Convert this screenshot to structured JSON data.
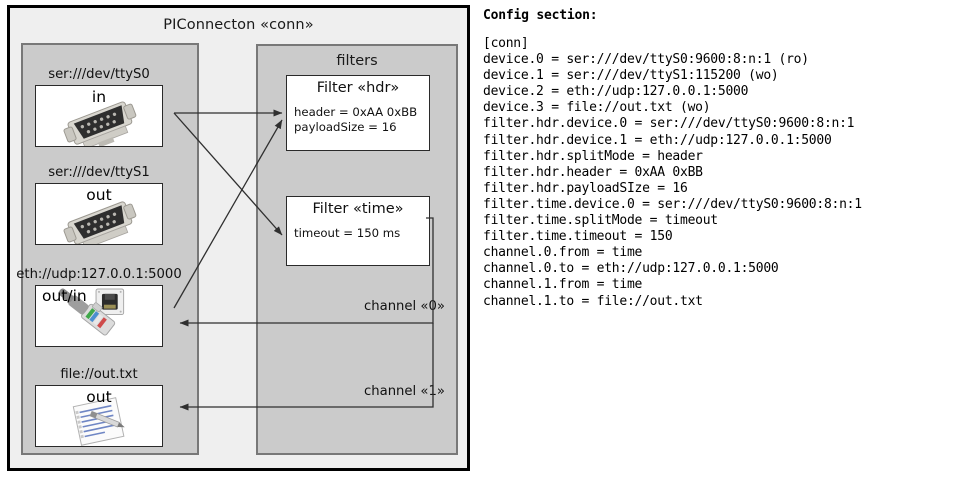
{
  "diagram": {
    "title": "PIConnecton «conn»",
    "devices_panel": {
      "name": "devices",
      "items": [
        {
          "caption": "ser:///dev/ttyS0",
          "direction": "in",
          "icon": "serial-port-icon"
        },
        {
          "caption": "ser:///dev/ttyS1",
          "direction": "out",
          "icon": "serial-port-icon"
        },
        {
          "caption": "eth://udp:127.0.0.1:5000",
          "direction": "out/in",
          "icon": "ethernet-jack-icon"
        },
        {
          "caption": "file://out.txt",
          "direction": "out",
          "icon": "text-file-icon"
        }
      ]
    },
    "filters_panel": {
      "title": "filters",
      "filters": [
        {
          "title": "Filter «hdr»",
          "props": [
            "header = 0xAA 0xBB",
            "payloadSize = 16"
          ]
        },
        {
          "title": "Filter «time»",
          "props": [
            "timeout = 150 ms"
          ]
        }
      ]
    },
    "channels": [
      {
        "label": "channel «0»"
      },
      {
        "label": "channel «1»"
      }
    ]
  },
  "config": {
    "heading": "Config section:",
    "text": "[conn]\ndevice.0 = ser:///dev/ttyS0:9600:8:n:1 (ro)\ndevice.1 = ser:///dev/ttyS1:115200 (wo)\ndevice.2 = eth://udp:127.0.0.1:5000\ndevice.3 = file://out.txt (wo)\nfilter.hdr.device.0 = ser:///dev/ttyS0:9600:8:n:1\nfilter.hdr.device.1 = eth://udp:127.0.0.1:5000\nfilter.hdr.splitMode = header\nfilter.hdr.header = 0xAA 0xBB\nfilter.hdr.payloadSIze = 16\nfilter.time.device.0 = ser:///dev/ttyS0:9600:8:n:1\nfilter.time.splitMode = timeout\nfilter.time.timeout = 150\nchannel.0.from = time\nchannel.0.to = eth://udp:127.0.0.1:5000\nchannel.1.from = time\nchannel.1.to = file://out.txt"
  },
  "colors": {
    "canvas": "#ffffff",
    "outer_fill": "#efefef",
    "panel_fill": "#cbcbcb",
    "panel_border": "#787878",
    "node_fill": "#ffffff",
    "node_border": "#2a2a2a",
    "connector": "#3a3a3a"
  }
}
